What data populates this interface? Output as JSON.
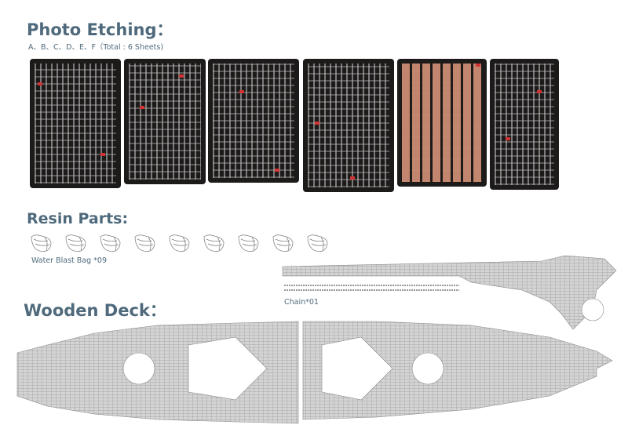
{
  "photo_etching": {
    "title": "Photo Etching：",
    "subtitle": "A、B、C、D、E、F（Total : 6 Sheets)",
    "sheets": [
      "A",
      "B",
      "C",
      "D",
      "E",
      "F"
    ]
  },
  "resin_parts": {
    "title": "Resin Parts:",
    "item_label": "Water Blast Bag *09",
    "count": 9
  },
  "chain": {
    "label": "Chain*01"
  },
  "wooden_deck": {
    "title": "Wooden Deck："
  },
  "colors": {
    "heading": "#4f6a7c",
    "sheet": "#1d1a1a",
    "deck": "#cfcfcf",
    "accent": "#d23232"
  }
}
